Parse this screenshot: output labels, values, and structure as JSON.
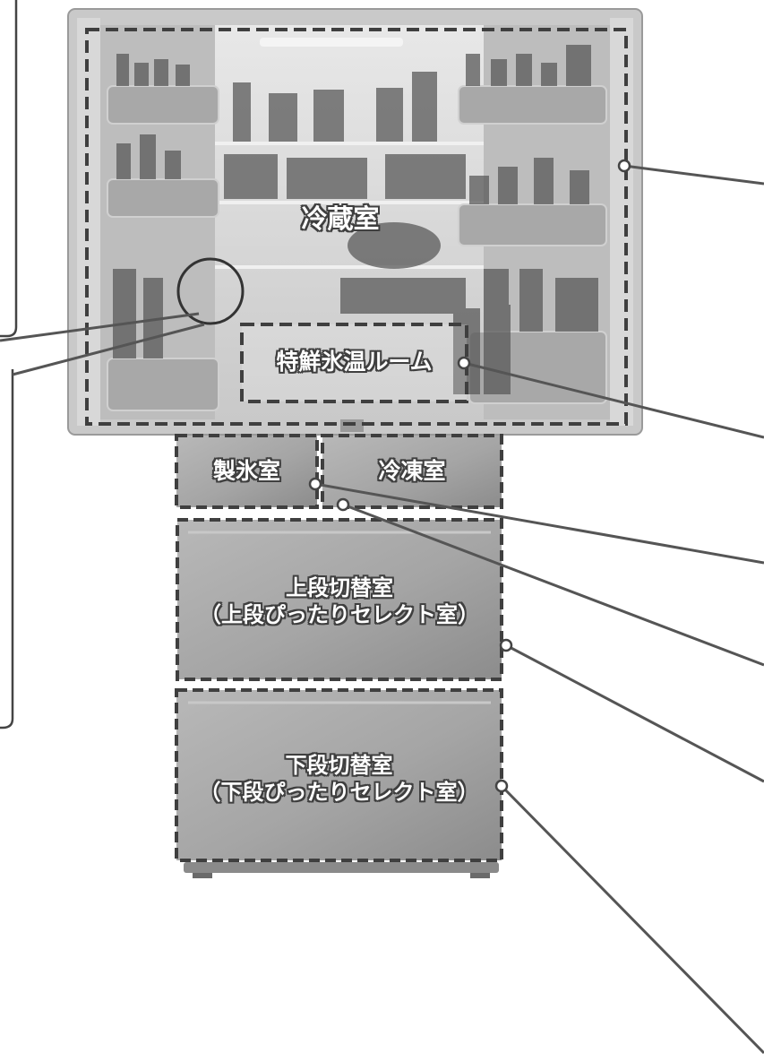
{
  "labels": {
    "fridge": "冷蔵室",
    "special": "特鮮氷温ルーム",
    "ice": "製氷室",
    "freezer": "冷凍室",
    "upper_name": "上段切替室",
    "upper_sub": "（上段ぴったりセレクト室）",
    "lower_name": "下段切替室",
    "lower_sub": "（下段ぴったりセレクト室）"
  },
  "colors": {
    "dashed_border": "#3f3f3f",
    "leader_line": "#555555",
    "drawer_fill": "#a9a9a9",
    "label_outline": "#3f3f3f"
  }
}
